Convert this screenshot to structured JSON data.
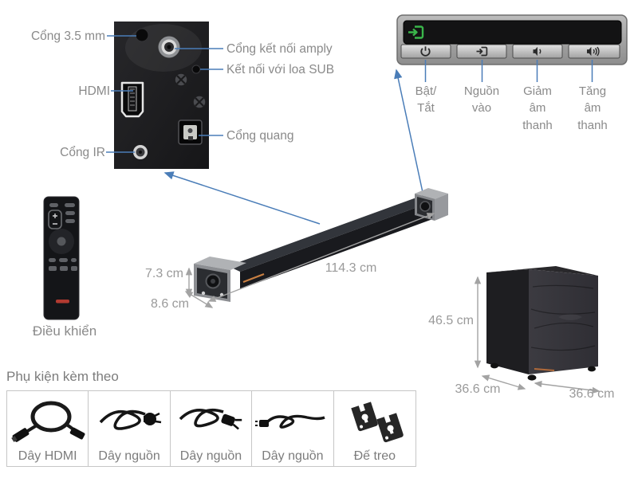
{
  "ports_panel": {
    "labels": [
      {
        "text": "Cổng 3.5 mm"
      },
      {
        "text": "Cổng kết nối amply"
      },
      {
        "text": "Kết nối với loa SUB"
      },
      {
        "text": "HDMI"
      },
      {
        "text": "Cổng quang"
      },
      {
        "text": "Cổng IR"
      }
    ]
  },
  "control_panel": {
    "indicator_icon": "input-source-icon",
    "buttons": [
      {
        "icon": "power-icon",
        "label": "Bật/\nTắt"
      },
      {
        "icon": "input-source-icon",
        "label": "Nguồn\nvào"
      },
      {
        "icon": "volume-down-icon",
        "label": "Giảm\nâm\nthanh"
      },
      {
        "icon": "volume-up-icon",
        "label": "Tăng\nâm\nthanh"
      }
    ]
  },
  "soundbar": {
    "height_label": "7.3 cm",
    "depth_label": "8.6 cm",
    "width_label": "114.3 cm"
  },
  "subwoofer": {
    "height_label": "46.5 cm",
    "depth_label": "36.6 cm",
    "width_label": "36.6 cm"
  },
  "remote": {
    "label": "Điều khiển",
    "brand_logo": "klipsch-logo"
  },
  "accessories": {
    "heading": "Phụ kiện kèm theo",
    "items": [
      {
        "label": "Dây HDMI",
        "icon": "hdmi-cable-icon"
      },
      {
        "label": "Dây nguồn",
        "icon": "power-cable-icon"
      },
      {
        "label": "Dây nguồn",
        "icon": "power-cable-icon"
      },
      {
        "label": "Dây nguồn",
        "icon": "power-cable-icon"
      },
      {
        "label": "Đế treo",
        "icon": "wall-bracket-icon"
      }
    ]
  },
  "colors": {
    "leader_line_blue": "#4a7db8",
    "indicator_green": "#3ab54a",
    "label_gray": "#8a8a8a",
    "dimension_gray": "#9a9a9a",
    "brand_orange": "#c87f42",
    "brand_red": "#b23a31"
  }
}
